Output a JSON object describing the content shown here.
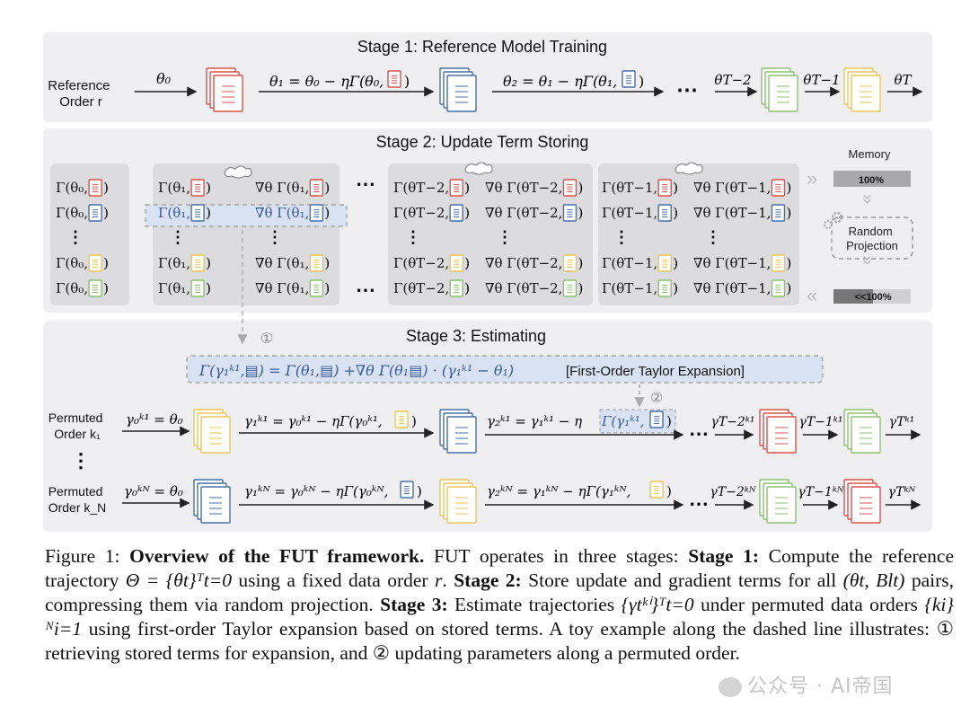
{
  "stage1": {
    "title": "Stage 1: Reference Model Training",
    "row_label": [
      "Reference",
      "Order r"
    ],
    "theta0": "θ₀",
    "update1": "θ₁ = θ₀ − ηΓ(θ₀,",
    "update2": "θ₂ = θ₁ − ηΓ(θ₁,",
    "dots": "⋯",
    "thetaTm2": "θT−2",
    "thetaTm1": "θT−1",
    "thetaT": "θT"
  },
  "stage2": {
    "title": "Stage 2: Update Term Storing",
    "memory_label": "Memory",
    "full_bar": "100%",
    "reduced_bar": "<<100%",
    "projection_label": [
      "Random",
      "Projection"
    ],
    "gamma_label": "Γ",
    "grad_label": "∇θ Γ",
    "vdots": "⋮",
    "hdots": "⋯",
    "args": [
      "θ₀",
      "θ₁",
      "θT−2",
      "θT−1"
    ]
  },
  "stage3": {
    "title": "Stage 3: Estimating",
    "step1_marker": "①",
    "step2_marker": "②",
    "taylor_formula": "Γ(γ₁ᵏ¹,▤) = Γ(θ₁,▤) +∇θ Γ(θ₁▤) · (γ₁ᵏ¹ − θ₁)",
    "taylor_label": "[First-Order Taylor Expansion]",
    "row1_label": [
      "Permuted",
      "Order k₁"
    ],
    "row2_label": [
      "Permuted",
      "Order k_N"
    ],
    "vdots": "⋮",
    "row1": {
      "start": "γ₀ᵏ¹ = θ₀",
      "u1": "γ₁ᵏ¹ = γ₀ᵏ¹ − ηΓ(γ₀ᵏ¹,",
      "u2a": "γ₂ᵏ¹ = γ₁ᵏ¹ − η",
      "u2b": "Γ(γ₁ᵏ¹,",
      "t2": "γT−2ᵏ¹",
      "t1": "γT−1ᵏ¹",
      "t": "γTᵏ¹"
    },
    "row2": {
      "start": "γ₀ᵏᴺ = θ₀",
      "u1": "γ₁ᵏᴺ = γ₀ᵏᴺ − ηΓ(γ₀ᵏᴺ,",
      "u2a": "γ₂ᵏᴺ = γ₁ᵏᴺ − ηΓ(γ₁ᵏᴺ,",
      "t2": "γT−2ᵏᴺ",
      "t1": "γT−1ᵏᴺ",
      "t": "γTᵏᴺ"
    }
  },
  "colors": {
    "red": "#d9534f",
    "blue": "#4a6fa5",
    "yellow": "#e8c65a",
    "green": "#8fbf73",
    "panel": "#efeff1",
    "box": "#dcdcde",
    "blue_hl": "#d8e2f3"
  },
  "caption": {
    "p1": "Figure 1: ",
    "b1": "Overview of the FUT framework.",
    "p2": " FUT operates in three stages: ",
    "b2": "Stage 1:",
    "p3": " Compute the reference trajectory ",
    "m1": "Θ = {θt}ᵀt=0",
    "p4": " using a fixed data order ",
    "m2": "r",
    "p5": ". ",
    "b3": "Stage 2:",
    "p6": " Store update and gradient terms for all ",
    "m3": "(θt, Blt)",
    "p7": " pairs, compressing them via random projection. ",
    "b4": "Stage 3:",
    "p8": " Estimate trajectories ",
    "m4": "{γtᵏⁱ}ᵀt=0",
    "p9": " under permuted data orders ",
    "m5": "{ki}ᴺi=1",
    "p10": " using first-order Taylor expansion based on stored terms. A toy example along the dashed line illustrates: ① retrieving stored terms for expansion, and ② updating parameters along a permuted order."
  },
  "watermark": "公众号 · AI帝国"
}
